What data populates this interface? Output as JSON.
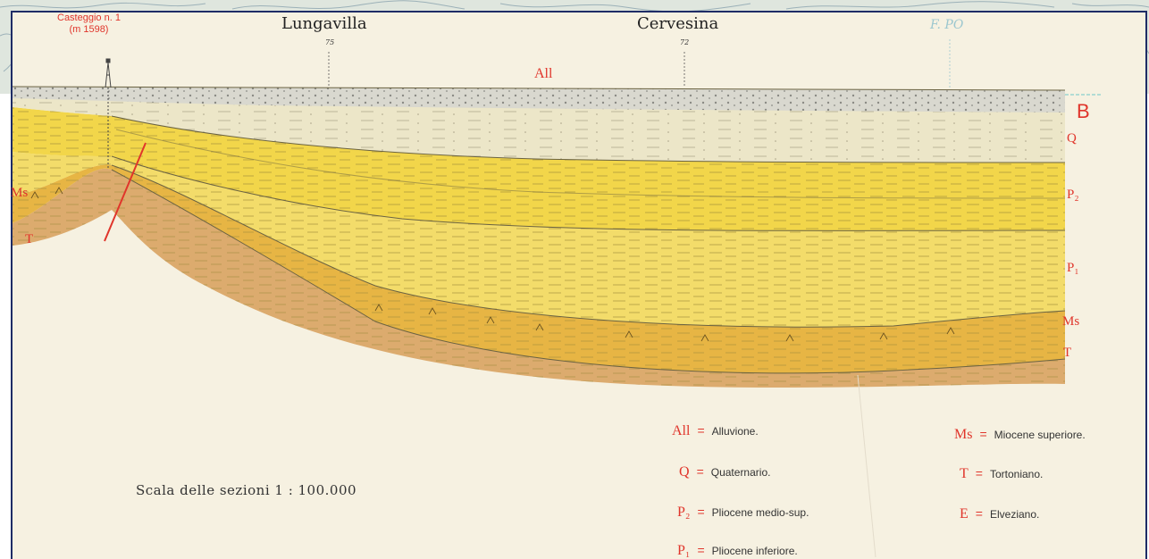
{
  "well": {
    "name": "Casteggio n. 1",
    "depth": "(m 1598)"
  },
  "places": [
    {
      "name": "Lungavilla",
      "elevation": "75"
    },
    {
      "name": "Cervesina",
      "elevation": "72"
    }
  ],
  "river": "F. PO",
  "section_letter": "B",
  "layer_labels": {
    "all": "All",
    "q": "Q",
    "p2": "P₂",
    "p1": "P₁",
    "ms_right": "Ms",
    "t_right": "T",
    "ms_left": "Ms",
    "t_left": "T"
  },
  "scale": "Scala delle sezioni 1 : 100.000",
  "legend": [
    {
      "symbol": "All",
      "description": "Alluvione."
    },
    {
      "symbol": "Q",
      "description": "Quaternario."
    },
    {
      "symbol": "P₂",
      "description": "Pliocene medio-sup."
    },
    {
      "symbol": "P₁",
      "description": "Pliocene inferiore."
    },
    {
      "symbol": "Ms",
      "description": "Miocene superiore."
    },
    {
      "symbol": "T",
      "description": "Tortoniano."
    },
    {
      "symbol": "E",
      "description": "Elveziano."
    }
  ],
  "legend_equals": "=",
  "colors": {
    "frame": "#1e2c66",
    "paper": "#f6f1e1",
    "alluvium": "#d9d8cf",
    "quaternary": "#ece6c8",
    "pliocene_upper": "#f2d64a",
    "pliocene_lower": "#f3dc6a",
    "miocene": "#e7b544",
    "tortonian": "#dcab6e",
    "fault": "#e0352b",
    "label_red": "#e0352b"
  }
}
